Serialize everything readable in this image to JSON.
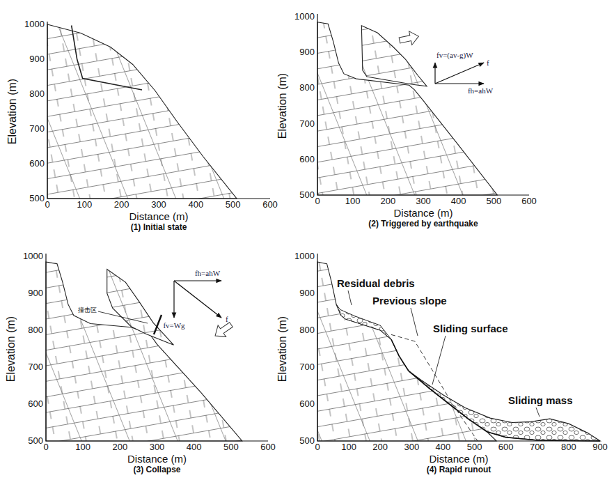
{
  "diagram": {
    "labels": [
      "1000",
      "900",
      "800",
      "700",
      "600",
      "500",
      "0",
      "100",
      "200",
      "300",
      "400",
      "500",
      "600",
      "Elevation (m)",
      "Distance (m)",
      "(1) Initial state",
      "1000",
      "900",
      "800",
      "700",
      "600",
      "500",
      "0",
      "100",
      "200",
      "300",
      "400",
      "500",
      "600",
      "Elevation (m)",
      "Distance (m)",
      "(2) Triggered by earthquake",
      "fv=(av-g)W",
      "f",
      "fh=ahW",
      "1000",
      "900",
      "800",
      "700",
      "600",
      "500",
      "0",
      "100",
      "200",
      "300",
      "400",
      "500",
      "600",
      "Elevation (m)",
      "Distance (m)",
      "(3) Collapse",
      "fh=ahW",
      "fv=Wg",
      "f",
      "撞击区",
      "1000",
      "900",
      "800",
      "700",
      "600",
      "500",
      "0",
      "100",
      "200",
      "300",
      "400",
      "500",
      "600",
      "700",
      "800",
      "900",
      "Elevation (m)",
      "Distance (m)",
      "(4) Rapid runout",
      "Residual debris",
      "Previous slope",
      "Sliding surface",
      "Sliding mass"
    ]
  }
}
